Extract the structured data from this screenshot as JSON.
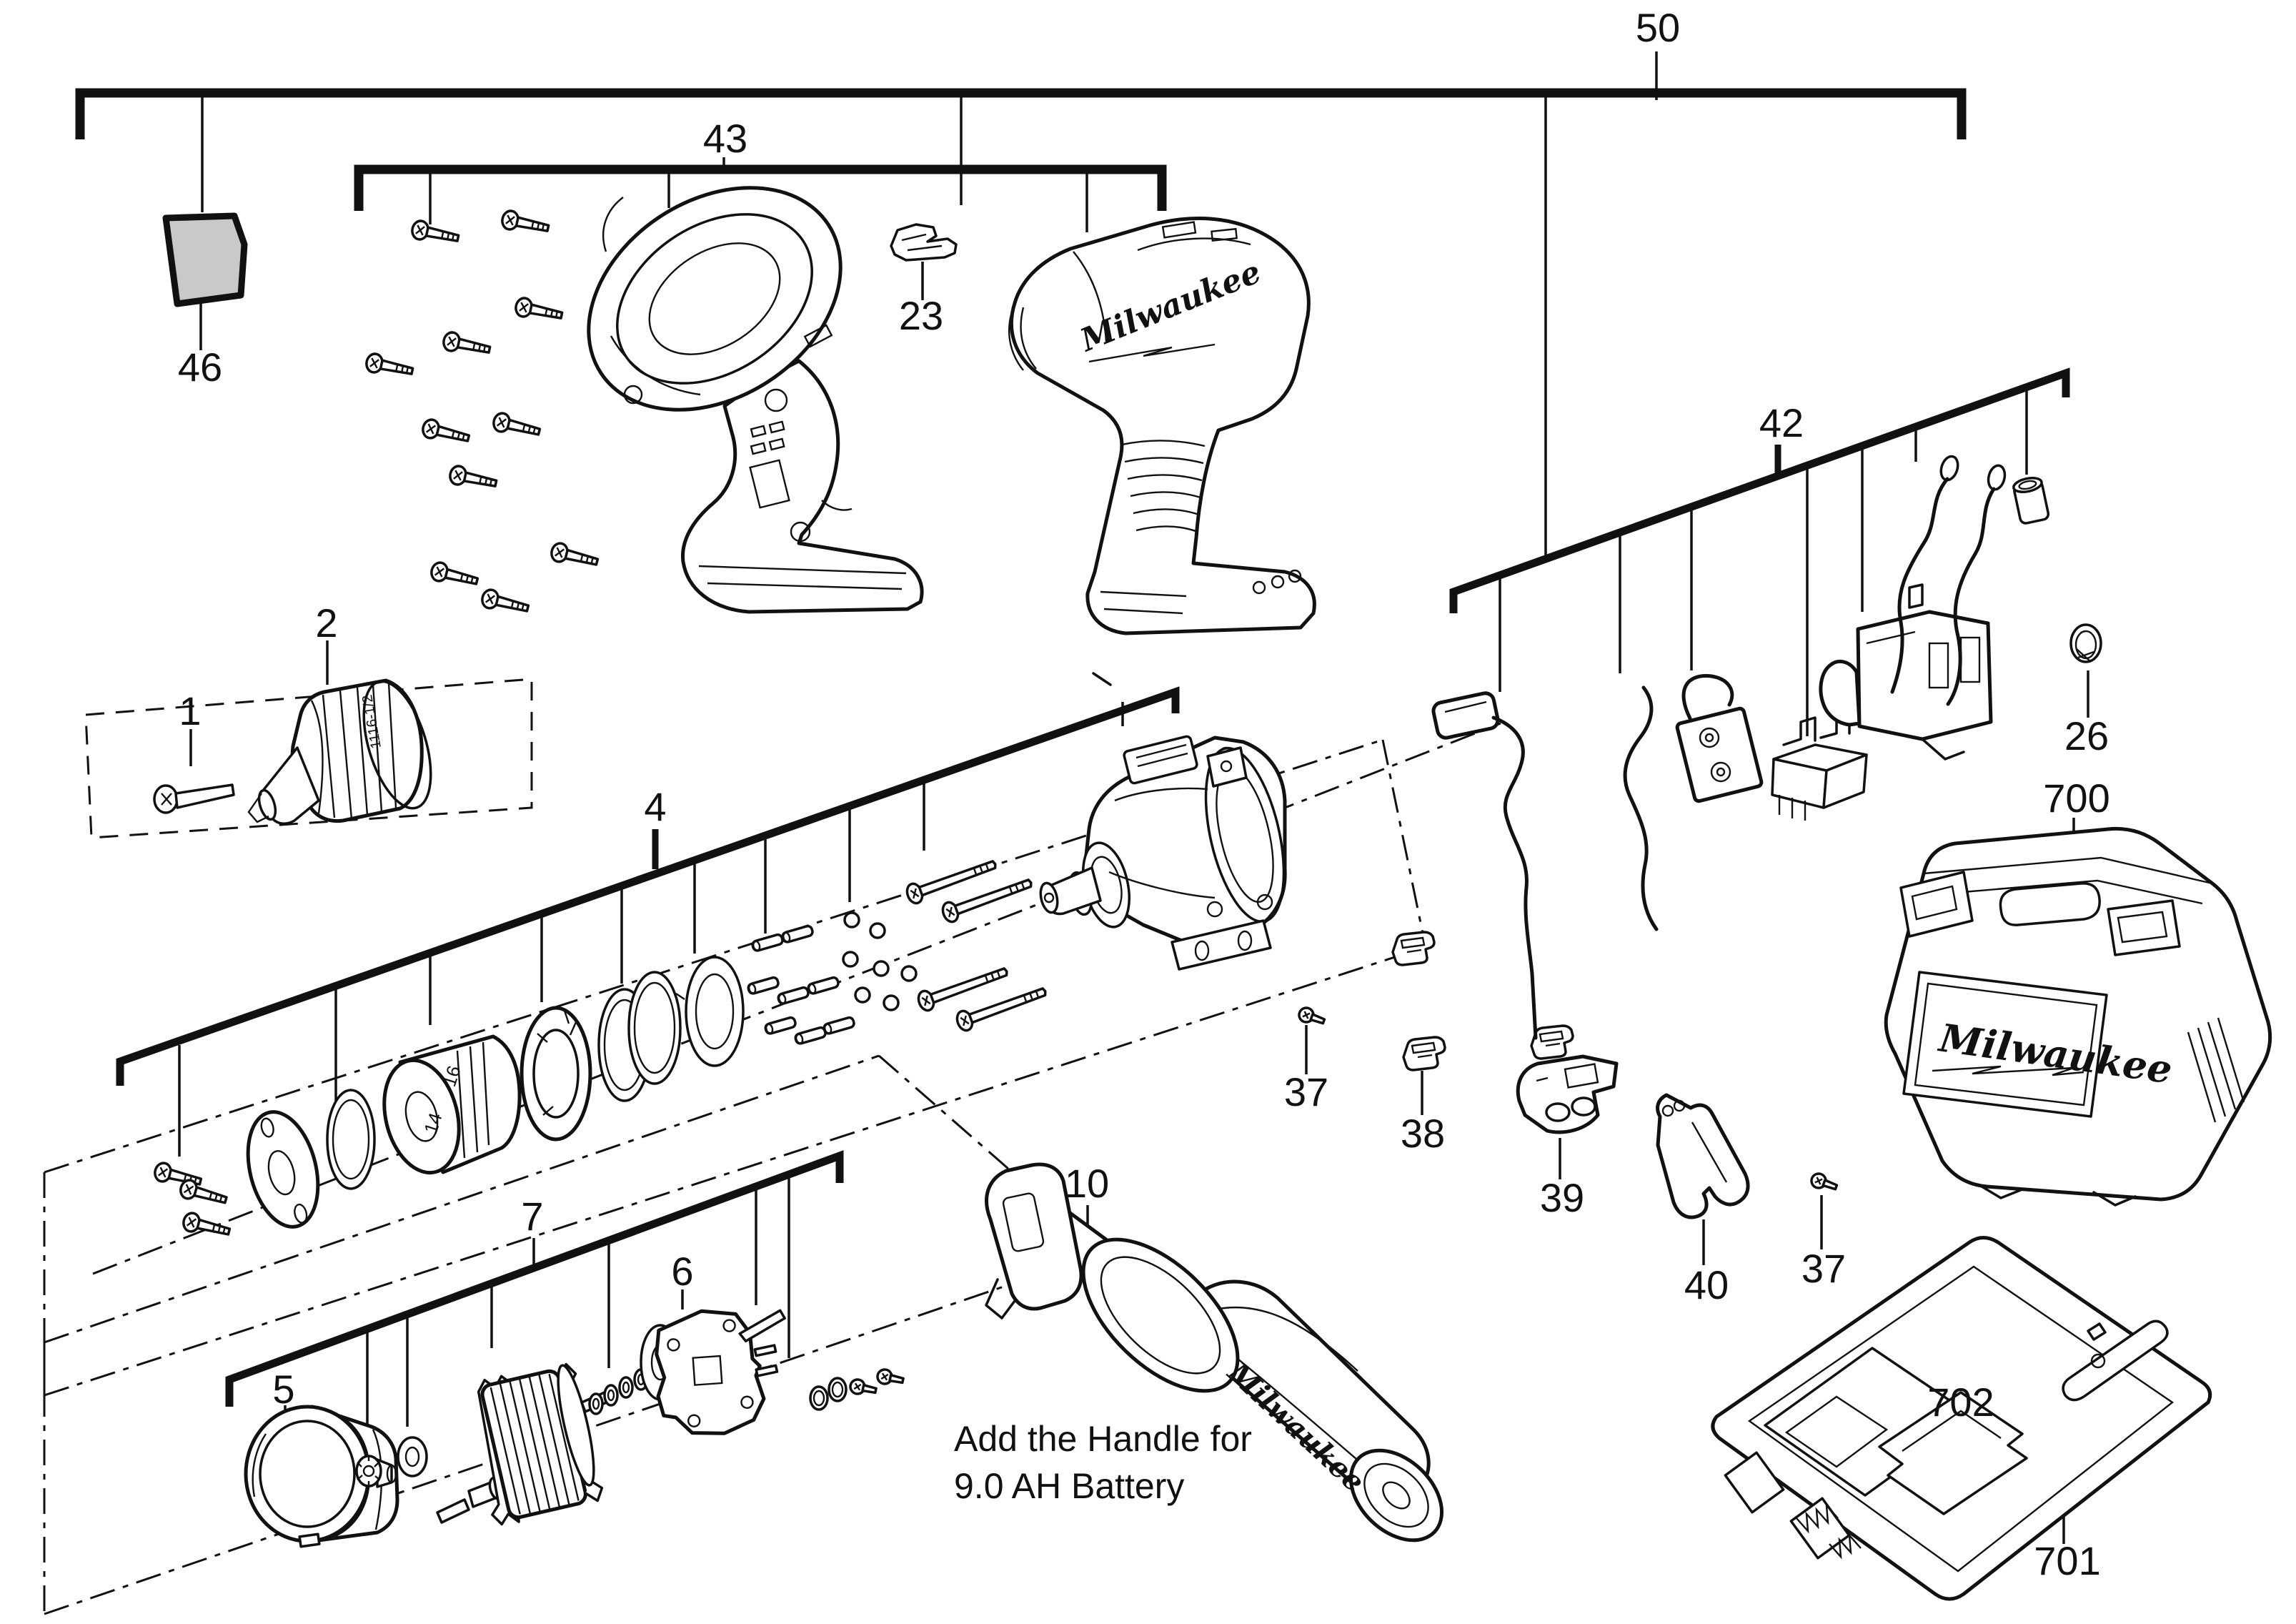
{
  "diagram": {
    "labels": [
      {
        "id": "50",
        "text": "50"
      },
      {
        "id": "43",
        "text": "43"
      },
      {
        "id": "46",
        "text": "46"
      },
      {
        "id": "23",
        "text": "23"
      },
      {
        "id": "2",
        "text": "2"
      },
      {
        "id": "1",
        "text": "1"
      },
      {
        "id": "4",
        "text": "4"
      },
      {
        "id": "42",
        "text": "42"
      },
      {
        "id": "26",
        "text": "26"
      },
      {
        "id": "700",
        "text": "700"
      },
      {
        "id": "37a",
        "text": "37"
      },
      {
        "id": "38",
        "text": "38"
      },
      {
        "id": "39",
        "text": "39"
      },
      {
        "id": "40",
        "text": "40"
      },
      {
        "id": "37b",
        "text": "37"
      },
      {
        "id": "10",
        "text": "10"
      },
      {
        "id": "7",
        "text": "7"
      },
      {
        "id": "6",
        "text": "6"
      },
      {
        "id": "5",
        "text": "5"
      },
      {
        "id": "702",
        "text": "702"
      },
      {
        "id": "701",
        "text": "701"
      }
    ],
    "note": {
      "line1": "Add the Handle for",
      "line2": "9.0 AH Battery"
    },
    "brand": {
      "housing": "Milwaukee",
      "handle": "Milwaukee",
      "case": "Milwaukee"
    },
    "markings": {
      "clutch_hi": "16",
      "clutch_lo": "14",
      "chuck": "1116-1/2"
    },
    "colors": {
      "line": "#111111",
      "part46_fill": "#c9c9c9",
      "background": "#ffffff"
    }
  }
}
